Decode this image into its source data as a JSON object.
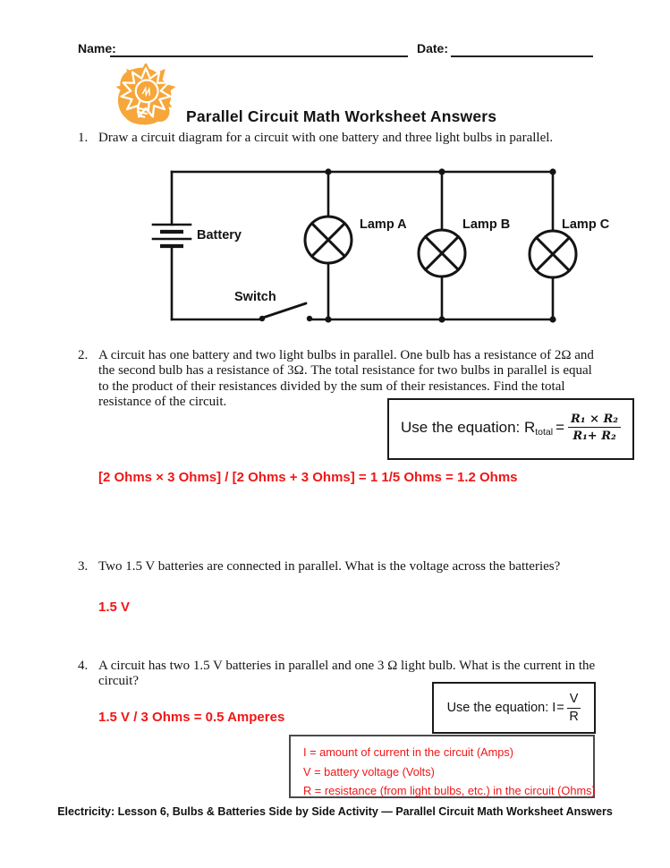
{
  "page": {
    "name_label": "Name:",
    "date_label": "Date:",
    "title": "Parallel Circuit Math Worksheet Answers",
    "footer": "Electricity: Lesson 6, Bulbs & Batteries Side by Side Activity — Parallel Circuit Math Worksheet Answers"
  },
  "colors": {
    "answer_red": "#f11616",
    "clipart_orange": "#f6a63a",
    "ink_black": "#141414"
  },
  "questions": {
    "q1": {
      "number": "1.",
      "lines": [
        "Draw a circuit diagram for a circuit with one battery and three light bulbs in parallel."
      ]
    },
    "q2": {
      "number": "2.",
      "lines": [
        "A circuit has one battery and two light bulbs in parallel. One bulb has a resistance of 2Ω and",
        "the second bulb has a resistance of 3Ω. The total resistance for two bulbs in parallel is equal",
        "to the product of their resistances divided by the sum of their resistances. Find the total",
        "resistance of the circuit."
      ],
      "answer": "[2 Ohms × 3 Ohms] / [2 Ohms + 3 Ohms] = 1 1/5 Ohms = 1.2 Ohms"
    },
    "q3": {
      "number": "3.",
      "lines": [
        "Two 1.5 V batteries are connected in parallel. What is the voltage across the batteries?"
      ],
      "answer": "1.5 V"
    },
    "q4": {
      "number": "4.",
      "lines": [
        "A circuit has two 1.5 V batteries in parallel and one 3 Ω light bulb. What is the current in the",
        "circuit?"
      ],
      "answer": "1.5 V / 3 Ohms = 0.5 Amperes"
    }
  },
  "equation_rtotal": {
    "prefix": "Use the equation: R",
    "subscript": "total",
    "equals": "=",
    "numerator": "R₁ × R₂",
    "denominator": "R₁+ R₂"
  },
  "equation_current": {
    "prefix": "Use the equation: I",
    "equals": "=",
    "numerator": "V",
    "denominator": "R"
  },
  "definitions": {
    "lines": [
      "I = amount of current in the circuit (Amps)",
      "V = battery voltage (Volts)",
      "R = resistance (from light bulbs, etc.) in the circuit (Ohms)"
    ]
  },
  "circuit": {
    "battery_label": "Battery",
    "switch_label": "Switch",
    "lamps": [
      "Lamp A",
      "Lamp B",
      "Lamp C"
    ]
  }
}
